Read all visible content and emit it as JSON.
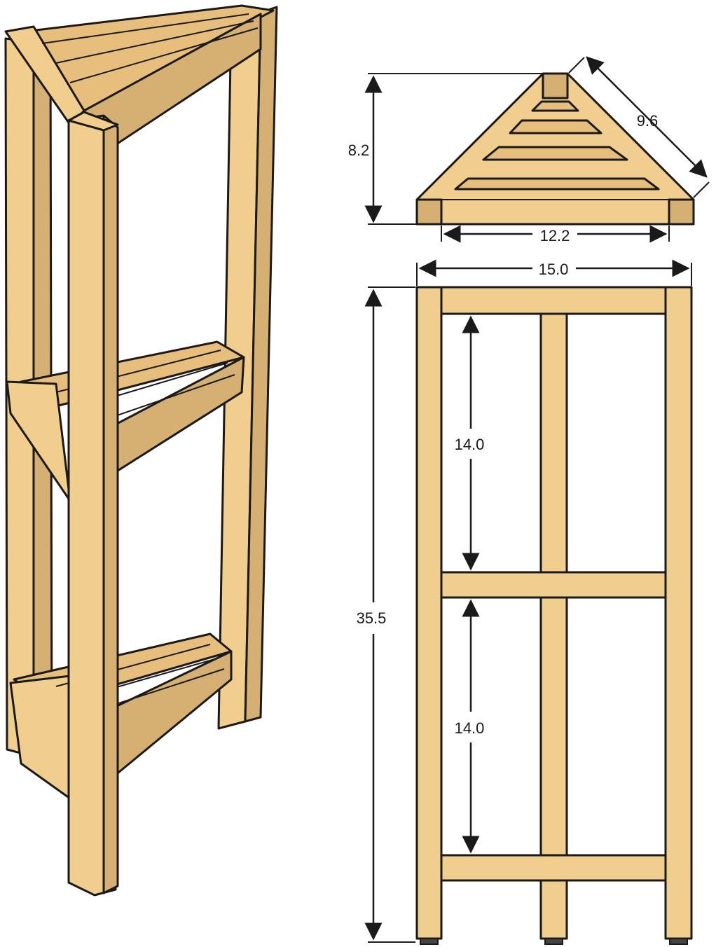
{
  "dimensions": {
    "top_view": {
      "height": "8.2",
      "side": "9.6",
      "front": "12.2"
    },
    "front_view": {
      "width": "15.0",
      "total_height": "35.5",
      "upper_gap": "14.0",
      "lower_gap": "14.0"
    }
  },
  "colors": {
    "wood_light": "#F1CE8E",
    "wood_side": "#D6AF73",
    "outline": "#1a1a1a"
  }
}
